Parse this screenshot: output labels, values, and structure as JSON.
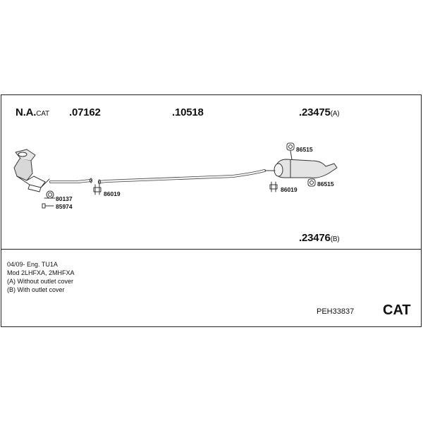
{
  "parts": {
    "na": {
      "main": "N.A.",
      "suffix": "CAT"
    },
    "p07162": ".07162",
    "p10518": ".10518",
    "p23475": {
      "main": ".23475",
      "suffix": "(A)"
    },
    "p23476": {
      "main": ".23476",
      "suffix": "(B)"
    }
  },
  "fittings": {
    "f80137": "80137",
    "f85974": "85974",
    "f86019a": "86019",
    "f86019b": "86019",
    "f86515a": "86515",
    "f86515b": "86515"
  },
  "notes": [
    "04/09-   Eng. TU1A",
    "Mod 2LHFXA, 2MHFXA",
    "(A) Without outlet cover",
    "(B) With outlet cover"
  ],
  "footer": {
    "code": "PEH33837",
    "category": "CAT"
  }
}
